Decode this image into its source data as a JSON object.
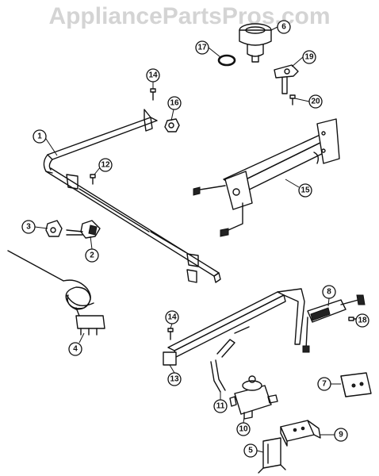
{
  "watermark": "AppliancePartsPros.com",
  "callouts": [
    "1",
    "2",
    "3",
    "4",
    "5",
    "6",
    "7",
    "8",
    "9",
    "10",
    "11",
    "12",
    "13",
    "14",
    "14",
    "15",
    "16",
    "17",
    "18",
    "19",
    "20"
  ]
}
